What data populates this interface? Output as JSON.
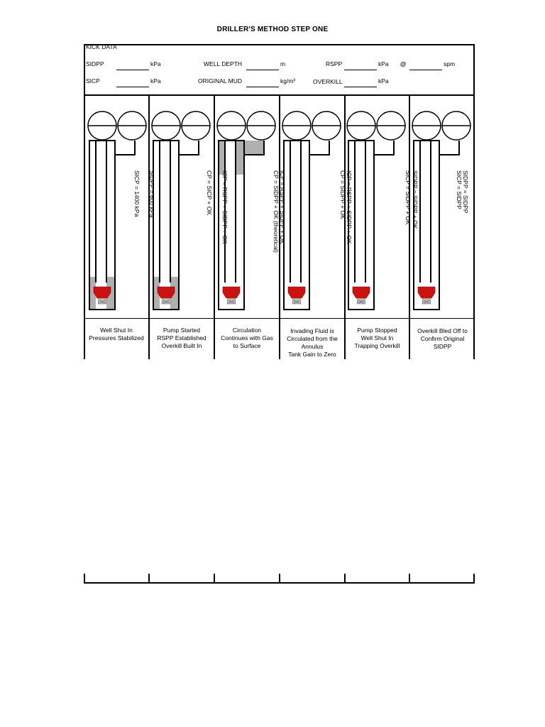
{
  "title": "DRILLER'S METHOD STEP ONE",
  "kick_data": {
    "header": "KICK DATA",
    "sidpp": {
      "label": "SIDPP",
      "unit": "kPa"
    },
    "sicp": {
      "label": "SICP",
      "unit": "kPa"
    },
    "well_depth": {
      "label": "WELL DEPTH",
      "unit": "m"
    },
    "original_mud": {
      "label": "ORIGINAL MUD",
      "unit": "kg/m³"
    },
    "rspp": {
      "label": "RSPP",
      "unit": "kPa",
      "at": "@",
      "rate_unit": "spm"
    },
    "overkill": {
      "label": "OVERKILL",
      "unit": "kPa"
    }
  },
  "columns": [
    {
      "labels": [
        "SICP = 1400 kPa"
      ],
      "caption": [
        "Well Shut In",
        "Pressures Stabilized"
      ]
    },
    {
      "labels": [
        "SIDPP = 600 kPa",
        "CP = SICP + OK"
      ],
      "caption": [
        "Pump Started",
        "RSPP Established",
        "Overkill Built In"
      ]
    },
    {
      "labels": [
        "ICP = RSPP + SIDPP + OK"
      ],
      "caption": [
        "Circulation",
        "Continues with Gas",
        "to Surface"
      ]
    },
    {
      "labels": [
        "ICP = RSPP + SIDPP + OK",
        "CP = SIDPP + OK (theoretical)"
      ],
      "caption": [
        "Invading Fluid is",
        "Circulated from the",
        "Annulus",
        "Tank Gain to Zero"
      ]
    },
    {
      "labels": [
        "ICP = RSPP + SIDPP + OK",
        "CP = SIDPP + OK"
      ],
      "caption": [
        "Pump Stopped",
        "Well Shut In",
        "Trapping Overkill"
      ]
    },
    {
      "labels": [
        "SIDPP = SIDPP + OK",
        "SICP = SIDPP + OK",
        "SIDPP = SIDPP",
        "SICP = SIDPP"
      ],
      "caption": [
        "Overkill Bled Off to",
        "Confirm Original",
        "SIDPP"
      ]
    }
  ],
  "colors": {
    "line": "#000000",
    "gas": "#c8c8c8",
    "bit": "#cc1111"
  }
}
